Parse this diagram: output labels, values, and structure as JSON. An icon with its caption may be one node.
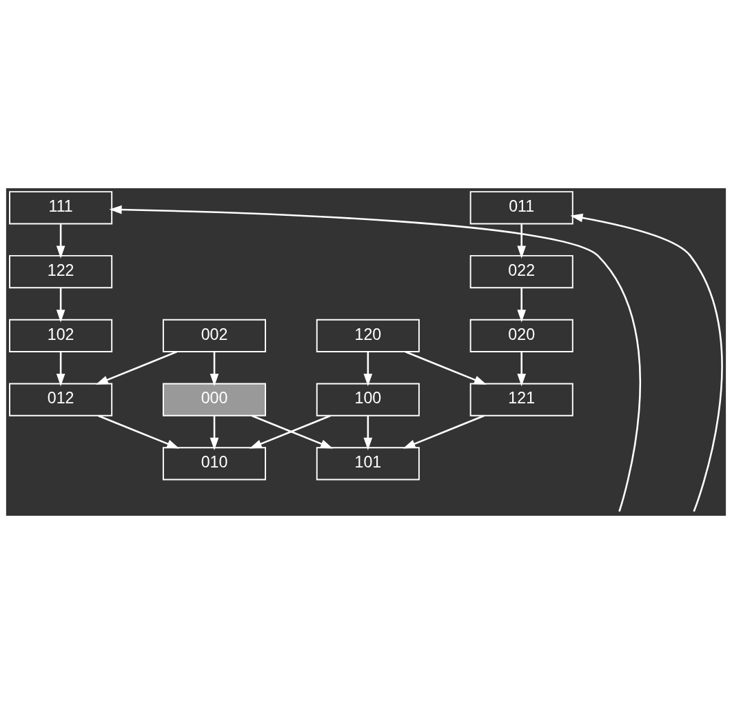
{
  "diagram": {
    "nodes": [
      {
        "text": [
          "011"
        ]
      },
      {
        "text": [
          "111"
        ]
      },
      {
        "text": [
          "022"
        ]
      },
      {
        "text": [
          "122"
        ]
      },
      {
        "text": [
          "020"
        ]
      },
      {
        "text": [
          "102"
        ]
      },
      {
        "text": [
          "002"
        ]
      },
      {
        "text": [
          "120"
        ]
      },
      {
        "text": [
          "000"
        ]
      },
      {
        "text": [
          "012"
        ]
      },
      {
        "text": [
          "121"
        ]
      },
      {
        "text": [
          "100"
        ]
      },
      {
        "text": [
          "010"
        ]
      },
      {
        "text": [
          "101"
        ]
      }
    ],
    "edges": [
      {
        "from": 0,
        "to": 2,
        "arrow": "to"
      },
      {
        "from": 2,
        "to": 4,
        "arrow": "to"
      },
      {
        "from": 1,
        "to": 3,
        "arrow": "to"
      },
      {
        "from": 3,
        "to": 5,
        "arrow": "to"
      },
      {
        "from": 4,
        "to": 10,
        "arrow": "to"
      },
      {
        "from": 5,
        "to": 9,
        "arrow": "to"
      },
      {
        "from": 6,
        "to": 8,
        "arrow": "to"
      },
      {
        "from": 6,
        "to": 9,
        "arrow": "to"
      },
      {
        "from": 7,
        "to": 10,
        "arrow": "to"
      },
      {
        "from": 7,
        "to": 11,
        "arrow": "to"
      },
      {
        "from": 8,
        "to": 12,
        "arrow": "to"
      },
      {
        "from": 8,
        "to": 13,
        "arrow": "to"
      },
      {
        "from": 9,
        "to": 12,
        "arrow": "to"
      },
      {
        "from": 10,
        "to": 13,
        "arrow": "to"
      },
      {
        "from": 11,
        "to": 12,
        "arrow": "to"
      },
      {
        "from": 11,
        "to": 13,
        "arrow": "to"
      },
      {
        "from": null,
        "to": 0,
        "arrow": "to"
      },
      {
        "from": null,
        "to": 1,
        "arrow": "to"
      }
    ]
  }
}
